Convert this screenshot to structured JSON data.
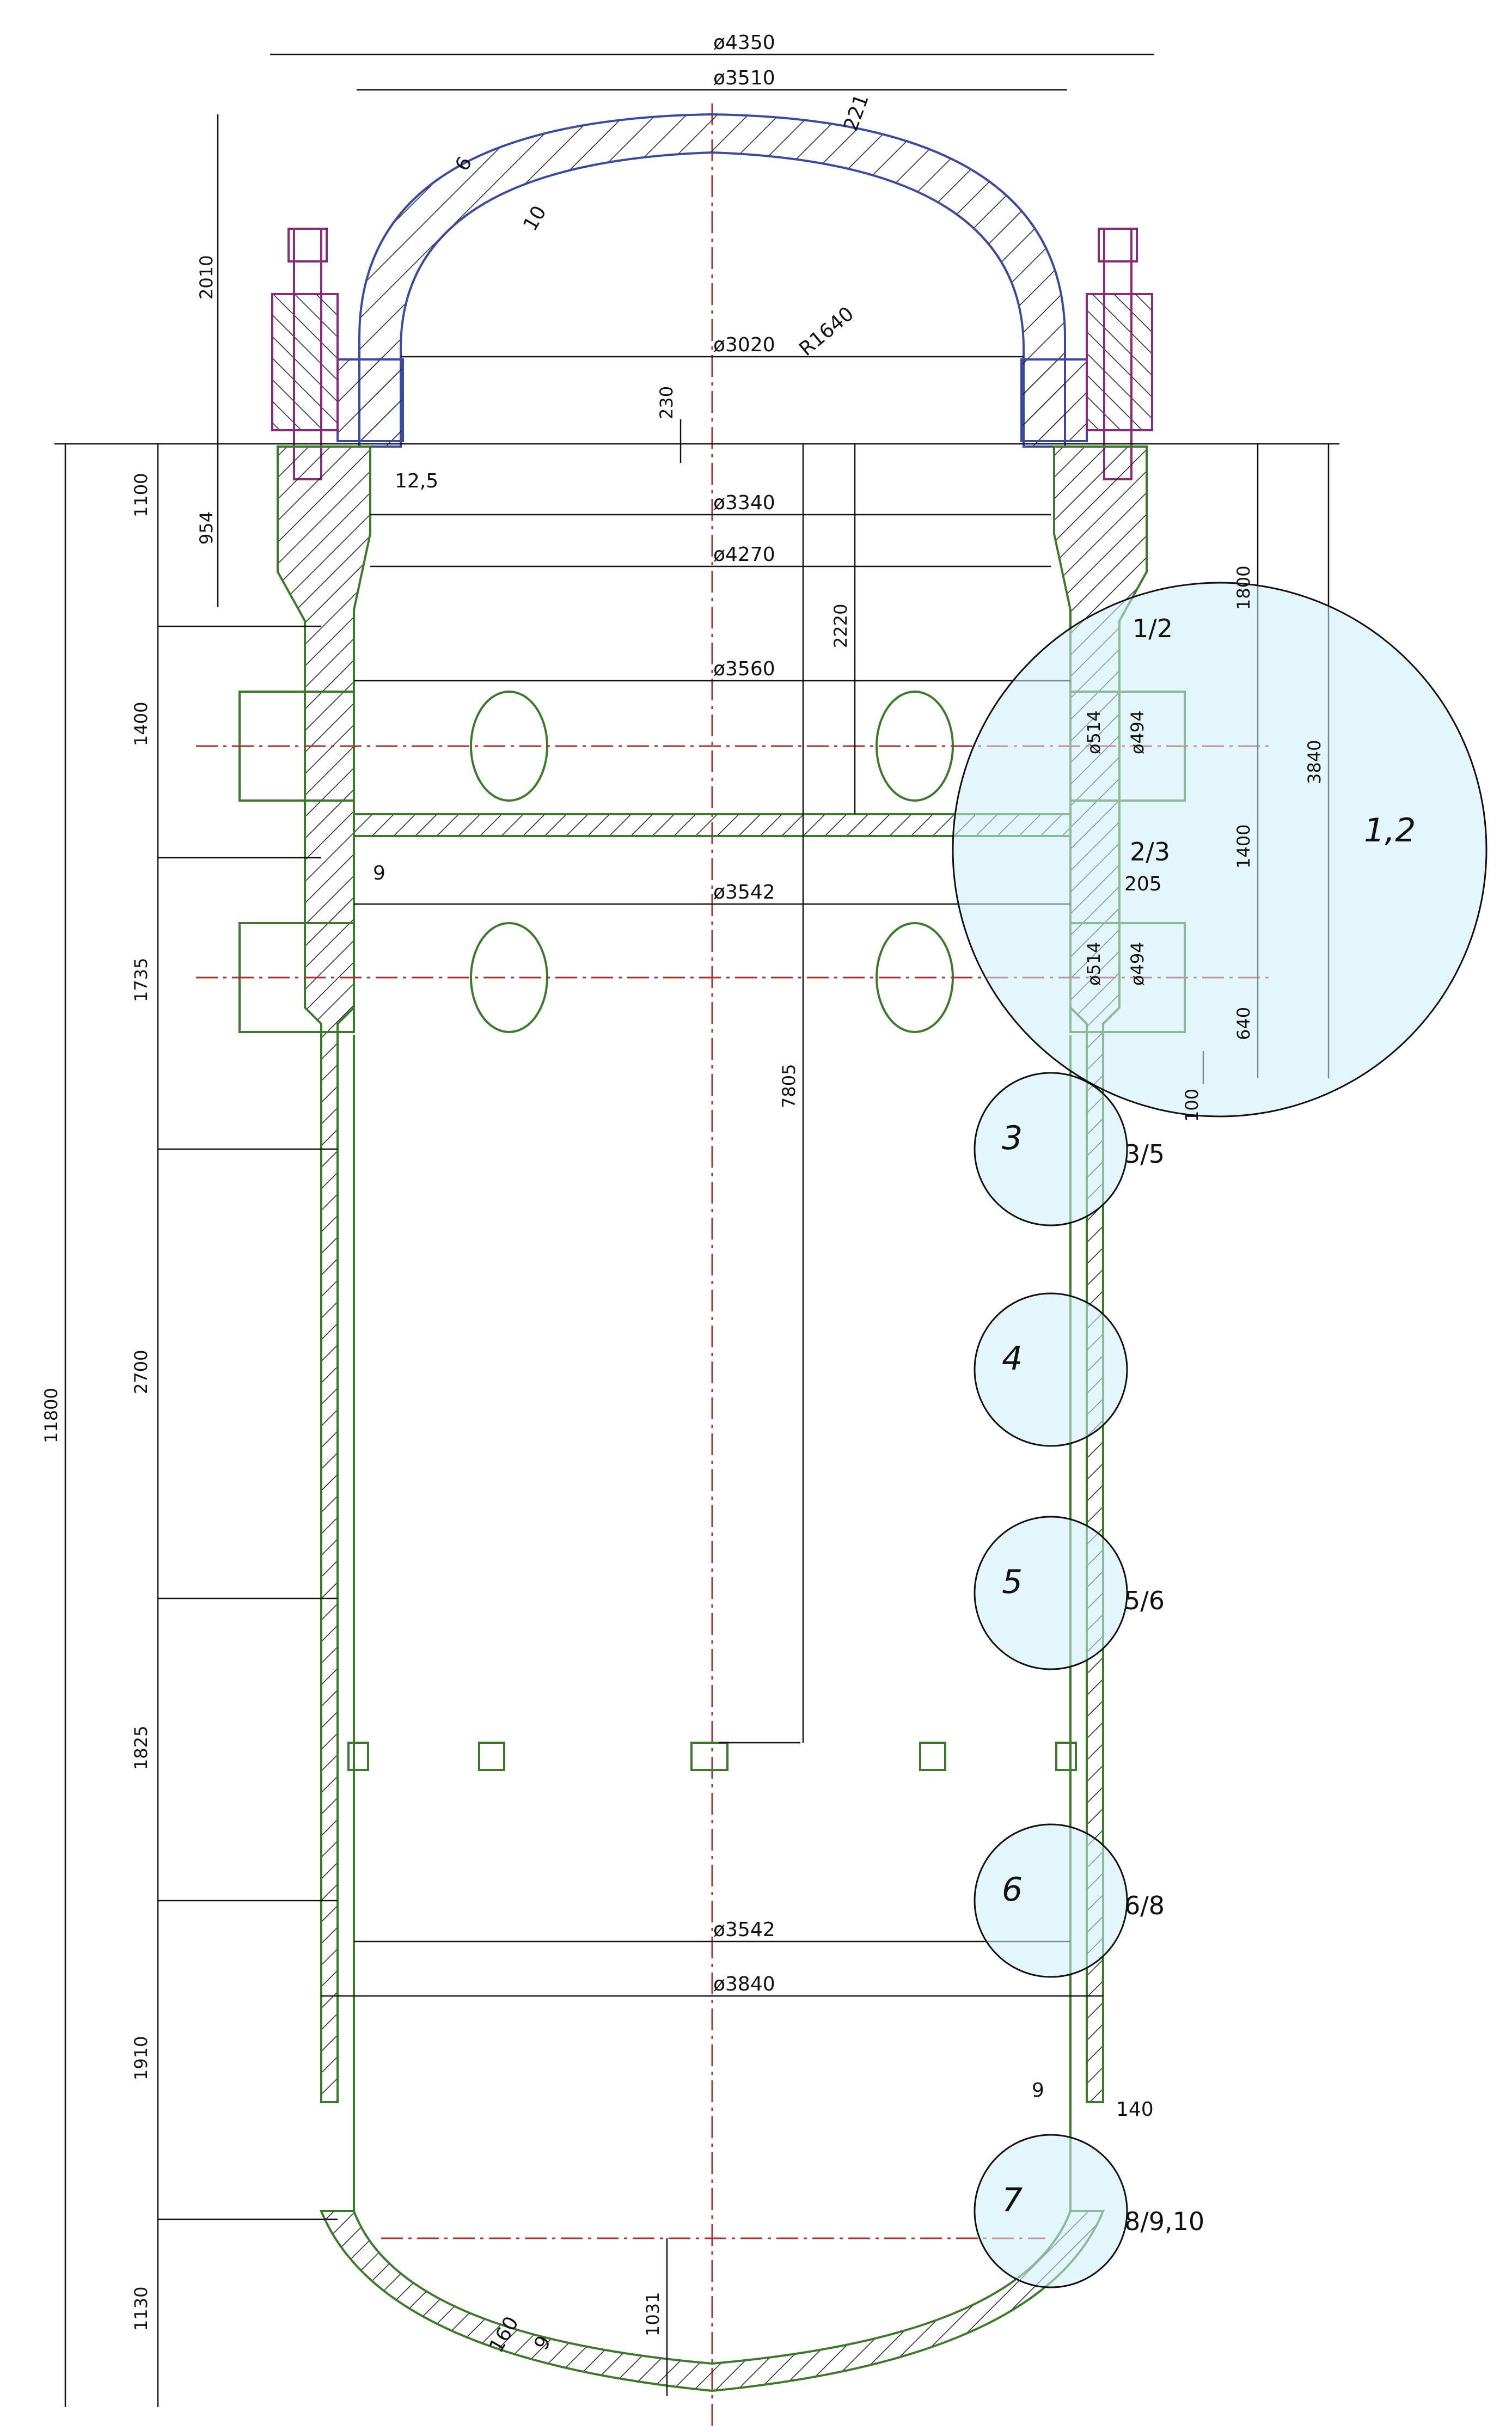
{
  "dimensions": {
    "top": [
      "ø4350",
      "ø3510",
      "221",
      "6",
      "10",
      "2010",
      "ø3020",
      "R1640",
      "230"
    ],
    "flange": [
      "1100",
      "954",
      "12,5",
      "ø3340",
      "ø4270",
      "2220",
      "1800",
      "ø3560",
      "3840"
    ],
    "nozzles": [
      "1400",
      "ø514",
      "ø494",
      "1400",
      "9",
      "205",
      "ø3542",
      "ø514",
      "ø494",
      "1735",
      "640",
      "100",
      "7805"
    ],
    "shell": [
      "11800",
      "2700",
      "1825",
      "ø3542",
      "ø3840",
      "1910",
      "9",
      "140",
      "1130",
      "1031",
      "160",
      "9"
    ]
  },
  "weld_tags": [
    "1/2",
    "2/3",
    "3/5",
    "5/6",
    "6/8",
    "8/9,10"
  ],
  "zones": [
    "1,2",
    "3",
    "4",
    "5",
    "6",
    "7"
  ]
}
